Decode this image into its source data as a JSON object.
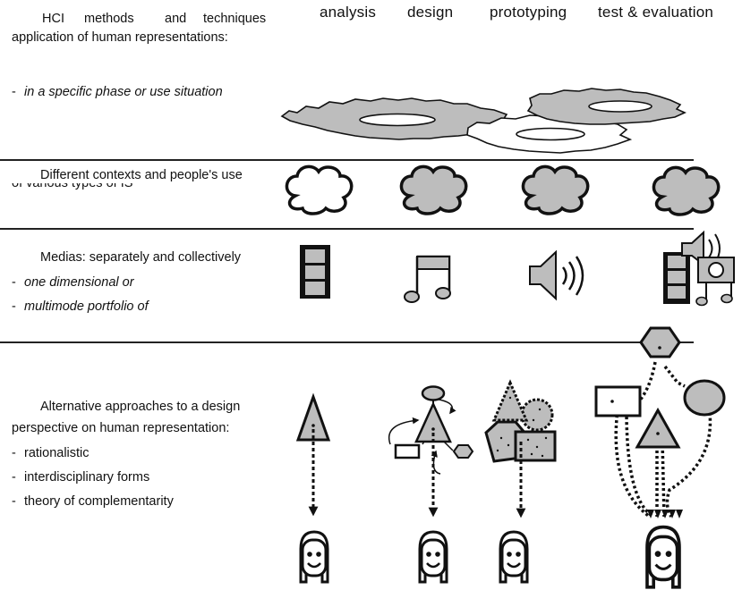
{
  "columns": [
    "analysis",
    "design",
    "prototyping",
    "test & evaluation"
  ],
  "sections": {
    "methods": {
      "heading_line1": [
        "HCI",
        "methods",
        "and",
        "techniques"
      ],
      "heading_line2": "application of human representations:",
      "items": [
        "in a specific phase or use situation"
      ]
    },
    "contexts": {
      "heading": "Different contexts and people's use",
      "heading_cut": "of various types of IS"
    },
    "media": {
      "heading": "Medias: separately and collectively",
      "items": [
        "one dimensional or",
        "multimode portfolio of"
      ]
    },
    "approaches": {
      "heading_line1": "Alternative approaches to a design",
      "heading_line2": "perspective on human representation:",
      "items": [
        "rationalistic",
        "interdisciplinary forms",
        "theory of complementarity"
      ]
    }
  },
  "bullet": "-",
  "colors": {
    "fill_gray": "#bdbdbd",
    "line": "#111111",
    "rule": "#222222"
  },
  "icons": [
    "gear-icon",
    "cloud-icon",
    "film-strip-icon",
    "music-note-icon",
    "speaker-icon",
    "multimedia-collage-icon",
    "triangle-icon",
    "ellipse-icon",
    "rectangle-icon",
    "hexagon-icon",
    "human-face-icon"
  ]
}
